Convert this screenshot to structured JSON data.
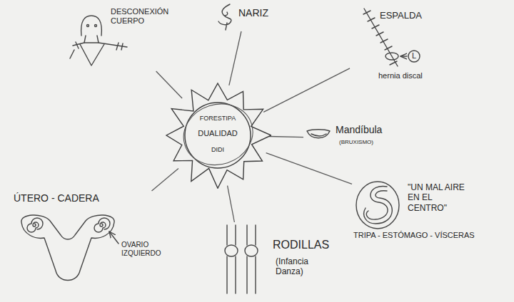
{
  "diagram": {
    "nodes": [
      {
        "text": [
          "DESCONEXIÓN CUERPO"
        ]
      },
      {
        "text": [
          "NARIZ"
        ]
      },
      {
        "text": [
          "ESPALDA",
          "L",
          "hernia discal"
        ]
      },
      {
        "text": [
          "FORESTIPA",
          "DUALIDAD",
          "DIDI"
        ]
      },
      {
        "text": [
          "Mandíbula",
          "(BRUXISMO)"
        ]
      },
      {
        "text": [
          "ÚTERO - CADERA",
          "OVARIO IZQUIERDO"
        ]
      },
      {
        "text": [
          "\"UN MAL AIRE EN EL CENTRO\"",
          "TRIPA - ESTÓMAGO - VÍSCERAS"
        ]
      },
      {
        "text": [
          "RODILLAS",
          "(Infancia Danza)"
        ]
      }
    ],
    "edges": [
      {
        "from": 3,
        "to": 0,
        "arrow": "none"
      },
      {
        "from": 3,
        "to": 1,
        "arrow": "none"
      },
      {
        "from": 3,
        "to": 2,
        "arrow": "none"
      },
      {
        "from": 3,
        "to": 4,
        "arrow": "none"
      },
      {
        "from": 3,
        "to": 5,
        "arrow": "none"
      },
      {
        "from": 3,
        "to": 6,
        "arrow": "none"
      },
      {
        "from": 3,
        "to": 7,
        "arrow": "none"
      }
    ]
  }
}
